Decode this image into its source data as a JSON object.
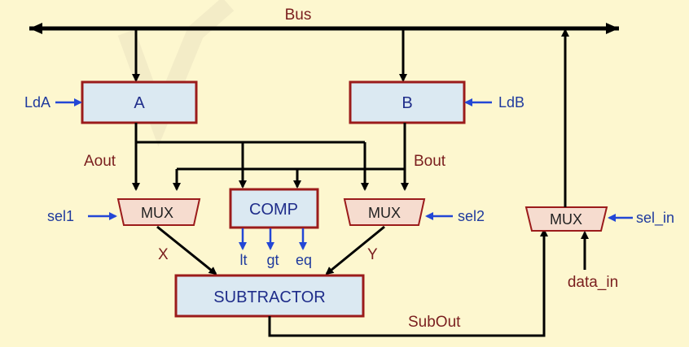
{
  "diagram": {
    "bus_label": "Bus",
    "registers": {
      "a": "A",
      "b": "B"
    },
    "load_signals": {
      "lda": "LdA",
      "ldb": "LdB"
    },
    "outputs": {
      "aout": "Aout",
      "bout": "Bout",
      "x": "X",
      "y": "Y",
      "subout": "SubOut"
    },
    "blocks": {
      "comp": "COMP",
      "subtractor": "SUBTRACTOR"
    },
    "muxes": {
      "mux1": "MUX",
      "mux2": "MUX",
      "mux3": "MUX"
    },
    "selects": {
      "sel1": "sel1",
      "sel2": "sel2",
      "sel_in": "sel_in"
    },
    "comp_outputs": {
      "lt": "lt",
      "gt": "gt",
      "eq": "eq"
    },
    "data_in": "data_in"
  },
  "colors": {
    "background": "#fdf7cf",
    "box_fill": "#dbe9f2",
    "box_border": "#9b1b1b",
    "mux_fill": "#f6dccf",
    "wire": "#000000",
    "control": "#2347d6",
    "label_red": "#7a1e1e",
    "label_blue": "#1f3a9e"
  }
}
